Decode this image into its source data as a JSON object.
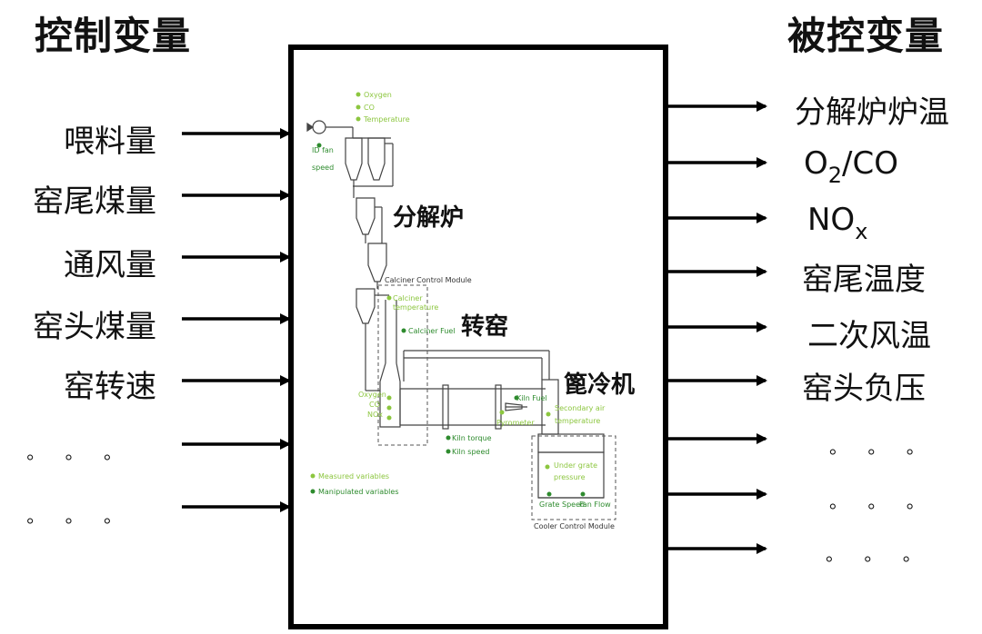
{
  "headings": {
    "left": "控制变量",
    "right": "被控变量"
  },
  "inputs": [
    "喂料量",
    "窑尾煤量",
    "通风量",
    "窑头煤量",
    "窑转速",
    "。 。 。",
    "。 。 。"
  ],
  "outputs": [
    {
      "text": "分解炉炉温"
    },
    {
      "main": "O",
      "sub": "2",
      "tail": "/CO"
    },
    {
      "main": "NO",
      "sub": "x",
      "tail": ""
    },
    {
      "text": "窑尾温度"
    },
    {
      "text": "二次风温"
    },
    {
      "text": "窑头负压"
    },
    {
      "text": "。 。 。"
    },
    {
      "text": "。 。 。"
    },
    {
      "text": "。 。 。"
    }
  ],
  "plant": {
    "big_labels": {
      "calciner": "分解炉",
      "kiln": "转窑",
      "cooler": "篦冷机"
    },
    "small_labels": {
      "oxygen": "Oxygen",
      "co": "CO",
      "temperature": "Temperature",
      "id_fan_speed_1": "ID fan",
      "id_fan_speed_2": "speed",
      "calciner_module": "Calciner Control Module",
      "calciner_temp_1": "Calciner",
      "calciner_temp_2": "temperature",
      "calciner_fuel": "Calciner Fuel",
      "oxygen2": "Oxygen",
      "co2": "CO",
      "nox": "NOx",
      "kiln_fuel": "Kiln Fuel",
      "secondary_air_1": "Secondary air",
      "secondary_air_2": "temperature",
      "pyrometer": "Pyrometer",
      "kiln_torque": "Kiln torque",
      "kiln_speed": "Kiln speed",
      "under_grate_1": "Under grate",
      "under_grate_2": "pressure",
      "grate_speed": "Grate Speed",
      "fan_flow": "Fan Flow",
      "cooler_module": "Cooler Control Module",
      "legend_measured": "Measured variables",
      "legend_manipulated": "Manipulated variables"
    },
    "colors": {
      "measured": "#8cc63f",
      "manipulated": "#2e8b2e",
      "line": "#333333"
    }
  }
}
